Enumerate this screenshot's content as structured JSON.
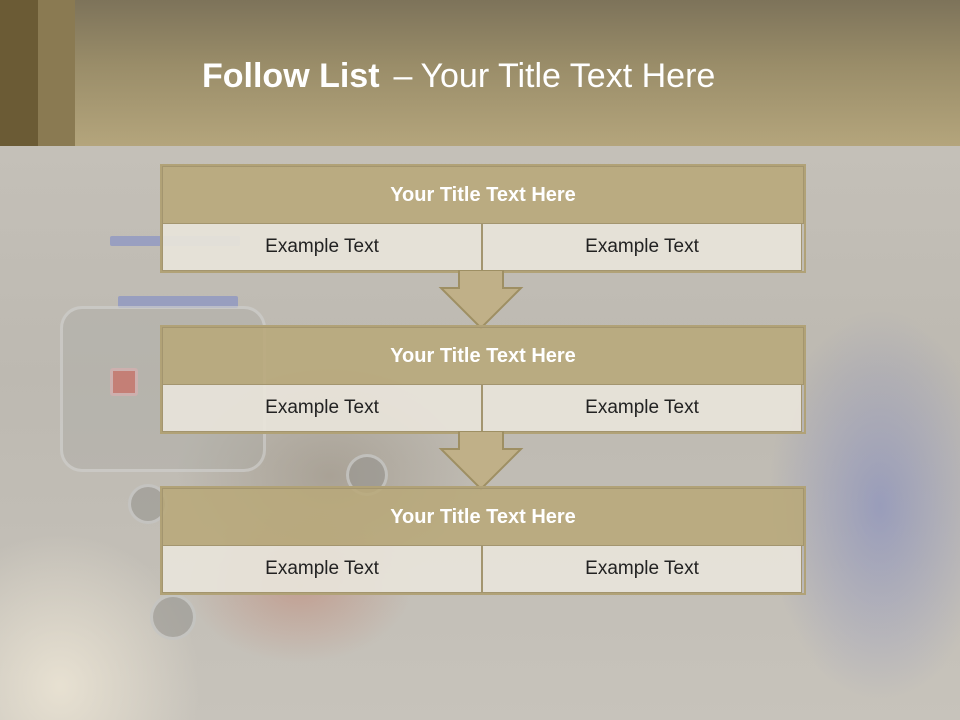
{
  "header": {
    "title_bold": "Follow List",
    "title_separator": "–",
    "title_rest": "Your Title Text Here"
  },
  "colors": {
    "header_band": "#9a8d69",
    "block_title": "#b8a87a",
    "block_cell": "#e8e4da",
    "arrow_fill": "#c0b088",
    "arrow_stroke": "#9e8f63"
  },
  "flow": {
    "blocks": [
      {
        "title": "Your Title Text Here",
        "left": "Example Text",
        "right": "Example Text"
      },
      {
        "title": "Your Title Text Here",
        "left": "Example Text",
        "right": "Example Text"
      },
      {
        "title": "Your Title Text Here",
        "left": "Example Text",
        "right": "Example Text"
      }
    ]
  }
}
